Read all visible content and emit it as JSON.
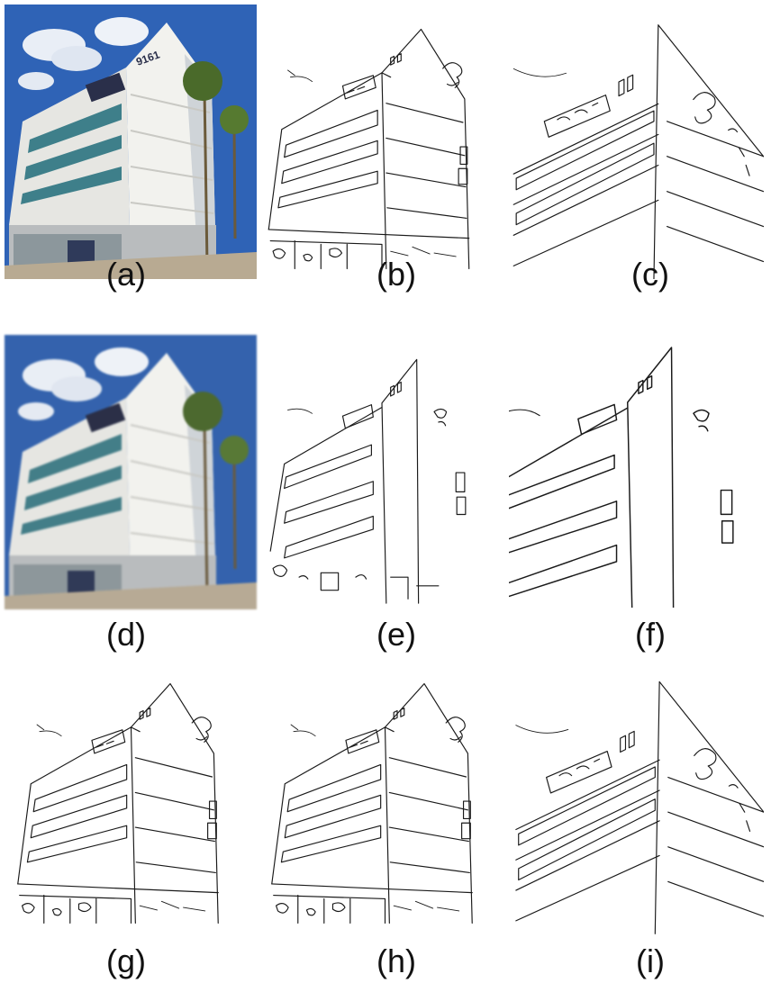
{
  "figure": {
    "captions": {
      "a": "(a)",
      "b": "(b)",
      "c": "(c)",
      "d": "(d)",
      "e": "(e)",
      "f": "(f)",
      "g": "(g)",
      "h": "(h)",
      "i": "(i)"
    },
    "building_sign": "9161",
    "panels": [
      {
        "id": "a",
        "content": "photo",
        "style": "original"
      },
      {
        "id": "b",
        "content": "edge-map",
        "style": "full-building"
      },
      {
        "id": "c",
        "content": "edge-map",
        "style": "zoomed"
      },
      {
        "id": "d",
        "content": "photo",
        "style": "smoothed"
      },
      {
        "id": "e",
        "content": "edge-map",
        "style": "sparse-full"
      },
      {
        "id": "f",
        "content": "edge-map",
        "style": "sparse-zoomed"
      },
      {
        "id": "g",
        "content": "edge-map",
        "style": "full-building"
      },
      {
        "id": "h",
        "content": "edge-map",
        "style": "full-building"
      },
      {
        "id": "i",
        "content": "edge-map",
        "style": "zoomed"
      }
    ],
    "colors": {
      "sky": "#2f63b6",
      "cloud": "#e9eef6",
      "facade": "#ecece8",
      "window": "#3e7f8a",
      "palm": "#4a6a2a",
      "edge_stroke": "#1a1a1a"
    }
  }
}
